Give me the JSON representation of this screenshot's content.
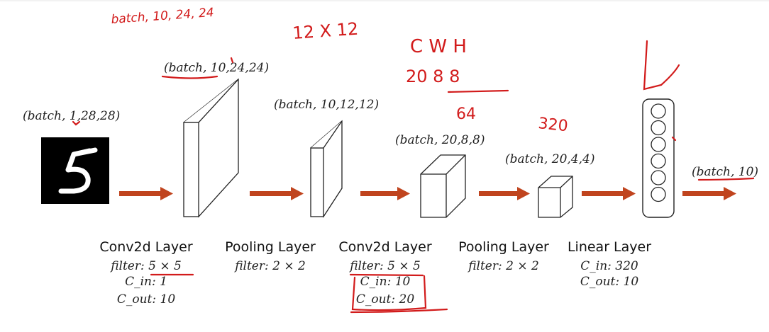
{
  "shapes": {
    "input": "(batch, 1,28,28)",
    "conv1": "(batch, 10,24,24)",
    "pool1": "(batch, 10,12,12)",
    "conv2": "(batch, 20,8,8)",
    "pool2": "(batch, 20,4,4)",
    "output": "(batch, 10)"
  },
  "layers": [
    {
      "name": "Conv2d Layer",
      "params": [
        "filter: 5 × 5",
        "C_in: 1",
        "C_out: 10"
      ]
    },
    {
      "name": "Pooling Layer",
      "params": [
        "filter: 2 × 2"
      ]
    },
    {
      "name": "Conv2d Layer",
      "params": [
        "filter: 5 × 5",
        "C_in: 10",
        "C_out: 20"
      ]
    },
    {
      "name": "Pooling Layer",
      "params": [
        "filter: 2 × 2"
      ]
    },
    {
      "name": "Linear Layer",
      "params": [
        "C_in: 320",
        "C_out: 10"
      ]
    }
  ],
  "annotations": {
    "top_left": "batch, 10, 24, 24",
    "conv1_out": "12 X 12",
    "cwh_header": "C  W H",
    "cwh_values": "20   8  8",
    "product": "64",
    "flat": "320"
  },
  "colors": {
    "arrow": "#c0441e",
    "ink": "#d21b1b",
    "text": "#111111"
  },
  "neurons_count": 6,
  "icons": {
    "input_image": "handwritten-digit-5",
    "red_check": "checkmark-arrow-icon"
  }
}
